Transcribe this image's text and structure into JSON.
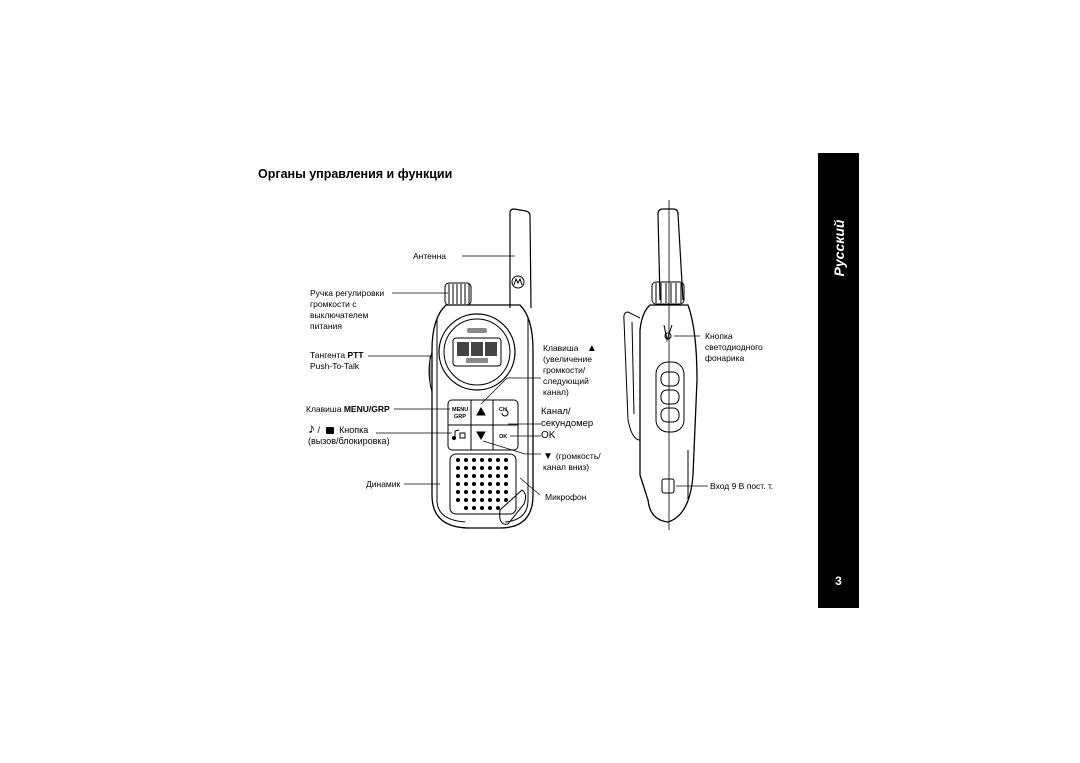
{
  "heading": "Органы управления и функции",
  "labels": {
    "antenna": "Антенна",
    "volume_knob": [
      "Ручка регулировки",
      "громкости с",
      "выключателем",
      "питания"
    ],
    "ptt_prefix": "Тангента ",
    "ptt_bold": "PTT",
    "ptt_sub": "Push-To-Talk",
    "menu_prefix": "Клавиша ",
    "menu_bold": "MENU/GRP",
    "call_lock_sep": "/",
    "call_lock_button": "Кнопка",
    "call_lock_sub": "(вызов/блокировка)",
    "speaker": "Динамик",
    "up_key": "Клавиша",
    "up_key_sub": [
      "(увеличение",
      "громкости/",
      "следующий",
      "канал)"
    ],
    "channel": [
      "Канал/",
      "секундомер"
    ],
    "ok": "OK",
    "down_key": [
      "(громкость/",
      "канал вниз)"
    ],
    "microphone": "Микрофон",
    "flashlight": [
      "Кнопка",
      "светодиодного",
      "фонарика"
    ],
    "dc_input": "Вход 9 В пост. т."
  },
  "device_keys": {
    "menu": "MENU",
    "grp": "GRP",
    "ch": "CH",
    "ok": "OK"
  },
  "sidebar": {
    "language": "Русский",
    "page_number": "3"
  },
  "colors": {
    "tab_bg": "#000000",
    "line": "#000000"
  }
}
